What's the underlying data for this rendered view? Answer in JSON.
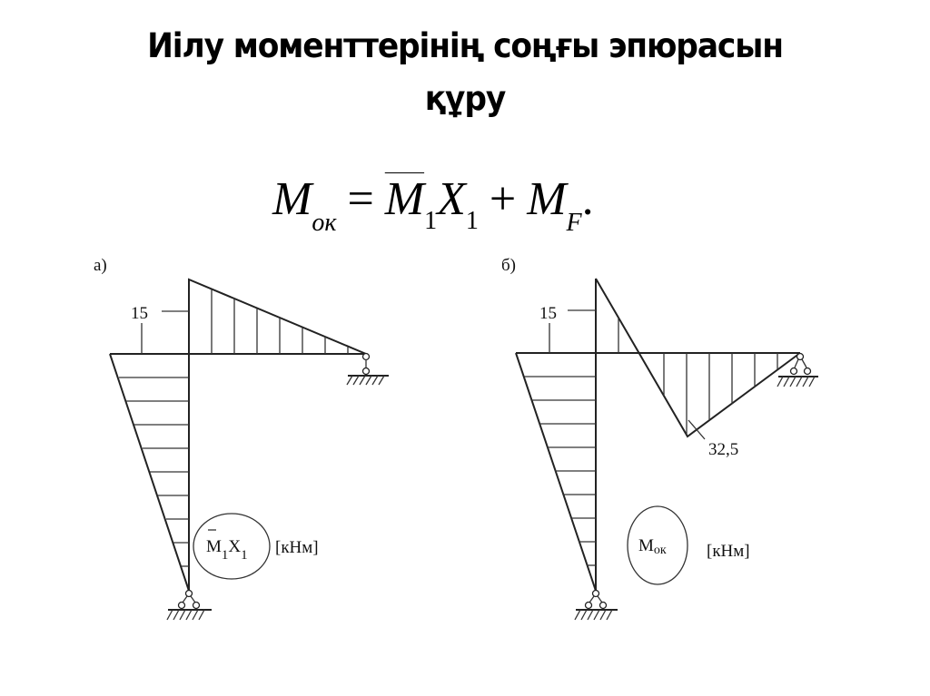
{
  "title": {
    "line1": "Иілу моменттерінің соңғы эпюрасын",
    "line2": "құру"
  },
  "formula": {
    "lhs_symbol": "M",
    "lhs_subscript": "ок",
    "equals": "=",
    "term1_symbol": "M",
    "term1_subscript": "1",
    "term1_overbar": true,
    "term2_symbol": "X",
    "term2_subscript": "1",
    "plus": "+",
    "term3_symbol": "M",
    "term3_subscript": "F",
    "terminator": "."
  },
  "diagrams": [
    {
      "label": "а)",
      "ordinate_label": "15",
      "ellipse_text_main": "M",
      "ellipse_text_sub1": "1",
      "ellipse_text_x": "X",
      "ellipse_text_sub2": "1",
      "ellipse_overbar": true,
      "units": "[кНм]"
    },
    {
      "label": "б)",
      "ordinate_label": "15",
      "extreme_value_label": "32,5",
      "ellipse_text_main": "M",
      "ellipse_text_sub": "ок",
      "units": "[кНм]"
    }
  ]
}
